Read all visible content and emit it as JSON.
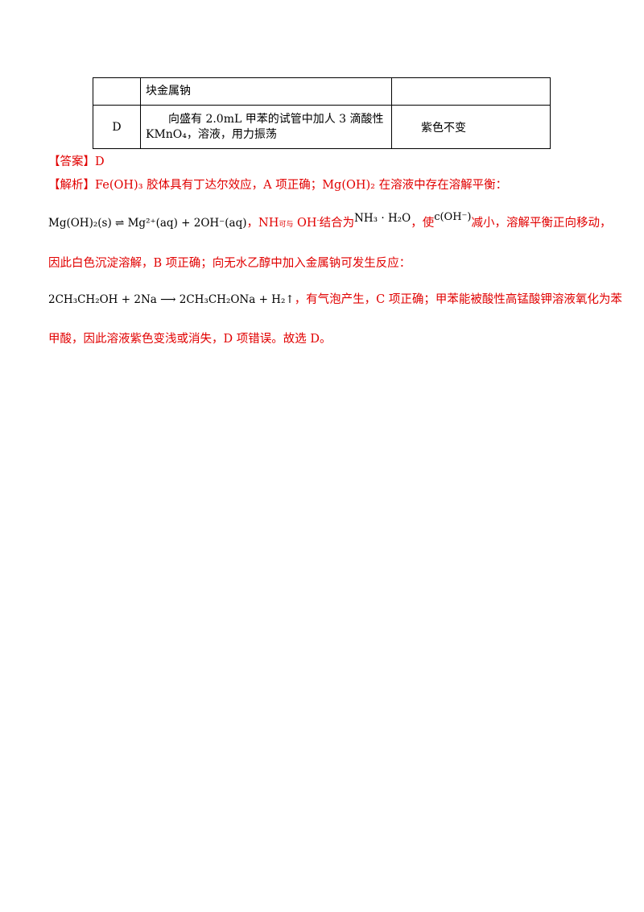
{
  "table": {
    "row1": {
      "col1": "",
      "col2": "块金属钠",
      "col3": ""
    },
    "row2": {
      "col1": "D",
      "col2_line1": "向盛有 2.0mL 甲苯的试管中加人 3 滴酸性",
      "col2_line2": "KMnO₄，溶液，用力振荡",
      "col3": "紫色不变"
    }
  },
  "answer": {
    "label": "【答案】",
    "value": "D"
  },
  "analysis": {
    "label": "【解析】",
    "line1": "Fe(OH)₃ 胶体具有丁达尔效应，A 项正确；Mg(OH)₂ 在溶液中存在溶解平衡：",
    "eq1": "Mg(OH)₂(s) ⇌ Mg²⁺(aq) + 2OH⁻(aq)",
    "eq1_text_a": "，NH",
    "eq1_text_b": "可与",
    "eq1_text_c": "OH",
    "eq1_text_d": "结合为",
    "eq1_product": "NH₃ · H₂O",
    "eq1_text_e": "，使",
    "eq1_conc": "c(OH⁻)",
    "eq1_text_f": "减小，溶解平衡正向移动，",
    "line3": "因此白色沉淀溶解，B 项正确；向无水乙醇中加入金属钠可发生反应：",
    "eq2": "2CH₃CH₂OH + 2Na ⟶ 2CH₃CH₂ONa + H₂↑",
    "eq2_text": "，有气泡产生，C 项正确；甲苯能被酸性高锰酸钾溶液氧化为苯",
    "line5": "甲酸，因此溶液紫色变浅或消失，D 项错误。故选 D。"
  },
  "colors": {
    "accent": "#e10000",
    "text": "#000000"
  }
}
